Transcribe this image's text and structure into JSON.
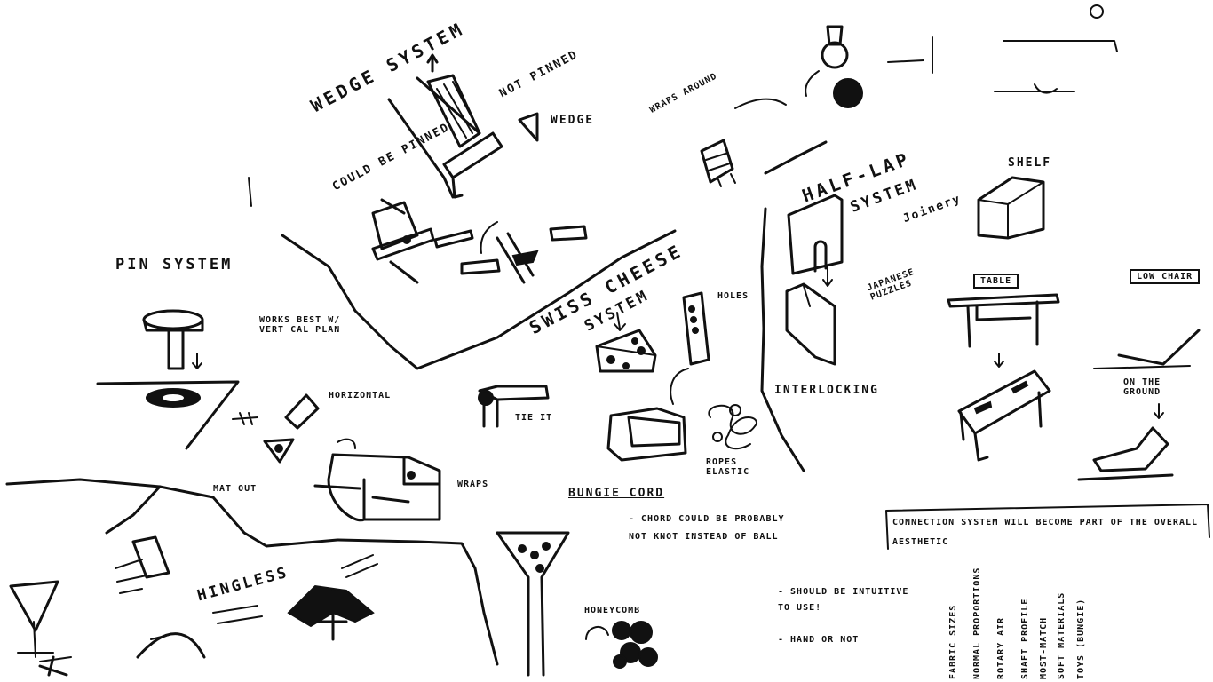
{
  "labels": {
    "wedge_system": "WEDGE SYSTEM",
    "not_pinned": "NOT PINNED",
    "wedge": "WEDGE",
    "could_be_pinned": "COULD BE PINNED",
    "pin_system": "PIN SYSTEM",
    "works_best_vertical": "WORKS BEST W/ VERT CAL PLAN",
    "horizontal": "HORIZONTAL",
    "swiss_cheese": "SWISS CHEESE",
    "system": "SYSTEM",
    "wraps_around": "WRAPS AROUND",
    "half_lap": "HALF-LAP",
    "half_lap_system": "SYSTEM",
    "joinery": "Joinery",
    "shelf": "SHELF",
    "japanese_puzzles": "JAPANESE PUZZLES",
    "table": "TABLE",
    "interlocking": "INTERLOCKING",
    "holes": "HOLES",
    "bungie_cord": "BUNGIE CORD",
    "ropes_elastic": "ROPES ELASTIC",
    "wraps": "WRAPS",
    "tie_it": "TIE IT",
    "mat_out": "MAT OUT",
    "hingeless": "HINGLESS",
    "on_the_ground": "ON THE GROUND",
    "low_chair": "LOW CHAIR",
    "connection_note": "CONNECTION SYSTEM WILL BECOME PART OF THE OVERALL AESTHETIC",
    "should_be_intuitive": "- SHOULD BE INTUITIVE TO USE!",
    "hand_or_not": "- HAND OR NOT",
    "honeycomb": "HONEYCOMB",
    "chord_note": "- CHORD COULD BE PROBABLY NOT KNOT INSTEAD OF BALL",
    "side_1": "FABRIC SIZES",
    "side_2": "NORMAL PROPORTIONS",
    "side_3": "ROTARY AIR",
    "side_4": "SHAFT PROFILE",
    "side_5": "MOST-MATCH",
    "side_6": "SOFT MATERIALS",
    "side_7": "TOYS (BUNGIE)"
  }
}
